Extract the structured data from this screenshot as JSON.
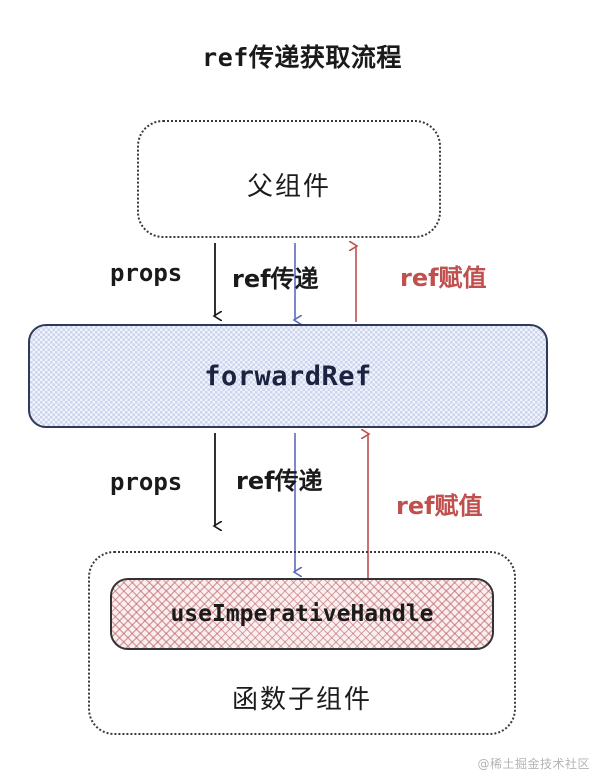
{
  "diagram": {
    "title": "ref传递获取流程",
    "watermark": "@稀土掘金技术社区",
    "nodes": {
      "parent": {
        "label": "父组件",
        "style": "dotted-rounded"
      },
      "forward_ref": {
        "label": "forwardRef",
        "style": "blue-crosshatch-rounded"
      },
      "child": {
        "label": "函数子组件",
        "style": "dotted-rounded"
      },
      "use_imperative_handle": {
        "label": "useImperativeHandle",
        "style": "pink-crosshatch-rounded"
      }
    },
    "edges": {
      "top": [
        {
          "label": "props",
          "color": "#1a1a1a",
          "direction": "down"
        },
        {
          "label": "ref传递",
          "color": "#1a1a1a",
          "arrow_color": "#5b6bbf",
          "direction": "down"
        },
        {
          "label": "ref赋值",
          "color": "#c0504d",
          "arrow_color": "#c0504d",
          "direction": "up"
        }
      ],
      "bottom": [
        {
          "label": "props",
          "color": "#1a1a1a",
          "direction": "down"
        },
        {
          "label": "ref传递",
          "color": "#1a1a1a",
          "arrow_color": "#5b6bbf",
          "direction": "down"
        },
        {
          "label": "ref赋值",
          "color": "#c0504d",
          "arrow_color": "#c0504d",
          "direction": "up"
        }
      ]
    },
    "colors": {
      "black_arrow": "#1a1a1a",
      "blue_arrow": "#5b6bbf",
      "red_arrow": "#c0504d",
      "forward_ref_fill": "#ccd4ef",
      "forward_ref_border": "#2e3a57",
      "uih_fill": "#fbeeee",
      "uih_border": "#333333",
      "dotted_border": "#3a3a3a"
    }
  }
}
